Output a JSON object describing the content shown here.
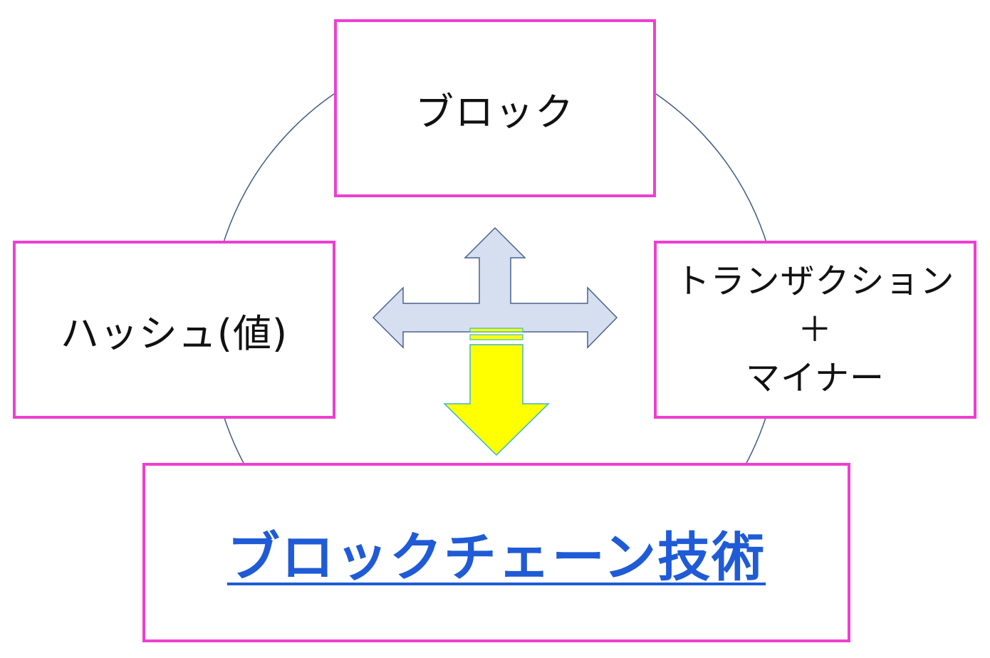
{
  "diagram": {
    "top_box": {
      "label": "ブロック"
    },
    "left_box": {
      "label": "ハッシュ(値)"
    },
    "right_box": {
      "lines": [
        "トランザクション",
        "＋",
        "マイナー"
      ]
    },
    "bottom_box": {
      "label": "ブロックチェーン技術"
    },
    "colors": {
      "box_border": "#ee3fd0",
      "circle_stroke": "#3f5a8a",
      "cross_arrow_fill": "#d6dff0",
      "cross_arrow_stroke": "#4a628f",
      "down_arrow_fill": "#ffff00",
      "down_arrow_stroke": "#39b6d6",
      "bottom_text": "#1f5bd6"
    }
  }
}
